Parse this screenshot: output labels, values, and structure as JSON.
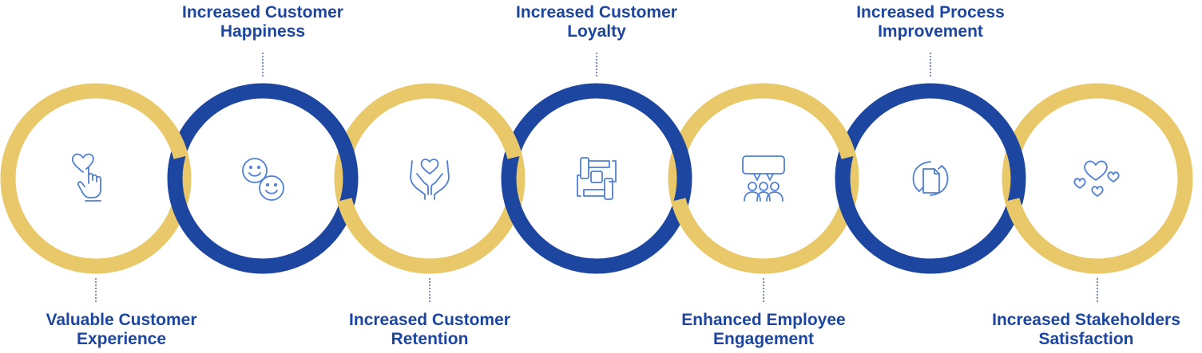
{
  "colors": {
    "gold": "#e9c86a",
    "blue": "#1c46a0",
    "icon": "#4f7fd6",
    "connector": "#7d8fc0"
  },
  "steps": [
    {
      "position": "bottom",
      "ring_color": "gold",
      "icon": "heart-hand-pointer-icon",
      "lines": [
        "Valuable Customer",
        "Experience"
      ]
    },
    {
      "position": "top",
      "ring_color": "blue",
      "icon": "smiley-faces-icon",
      "lines": [
        "Increased Customer",
        "Happiness"
      ]
    },
    {
      "position": "bottom",
      "ring_color": "gold",
      "icon": "hands-holding-heart-icon",
      "lines": [
        "Increased Customer",
        "Retention"
      ]
    },
    {
      "position": "top",
      "ring_color": "blue",
      "icon": "four-hands-teamwork-icon",
      "lines": [
        "Increased Customer",
        "Loyalty"
      ]
    },
    {
      "position": "bottom",
      "ring_color": "gold",
      "icon": "speech-bubble-audience-icon",
      "lines": [
        "Enhanced Employee",
        "Engagement"
      ]
    },
    {
      "position": "top",
      "ring_color": "blue",
      "icon": "document-cycle-icon",
      "lines": [
        "Increased Process",
        "Improvement"
      ]
    },
    {
      "position": "bottom",
      "ring_color": "gold",
      "icon": "multiple-hearts-icon",
      "lines": [
        "Increased Stakeholders",
        "Satisfaction"
      ]
    }
  ]
}
